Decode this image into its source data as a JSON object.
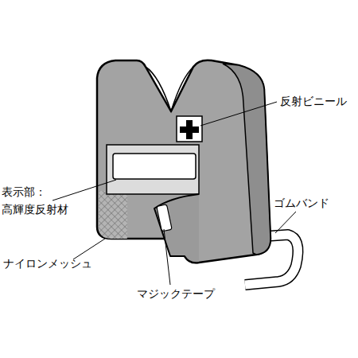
{
  "diagram": {
    "labels": [
      "反射ビニール",
      "表示部： 高輝度反射材",
      "ゴムバンド",
      "ナイロンメッシュ",
      "マジックテープ"
    ]
  }
}
